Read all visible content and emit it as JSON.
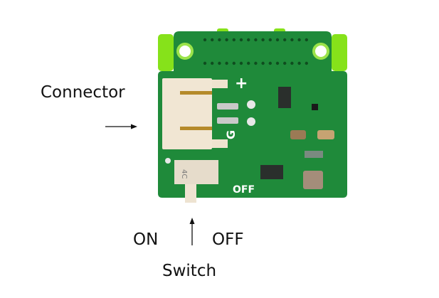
{
  "labels": {
    "connector": "Connector",
    "on": "ON",
    "off": "OFF",
    "switch": "Switch"
  },
  "board": {
    "plus_mark": "+",
    "ground_mark": "G",
    "off_silkscreen": "OFF",
    "switch_marking": "4C"
  },
  "colors": {
    "pcb": "#1f8a3a",
    "pcb_edge": "#7ee01a",
    "connector": "#f1e6d3"
  }
}
